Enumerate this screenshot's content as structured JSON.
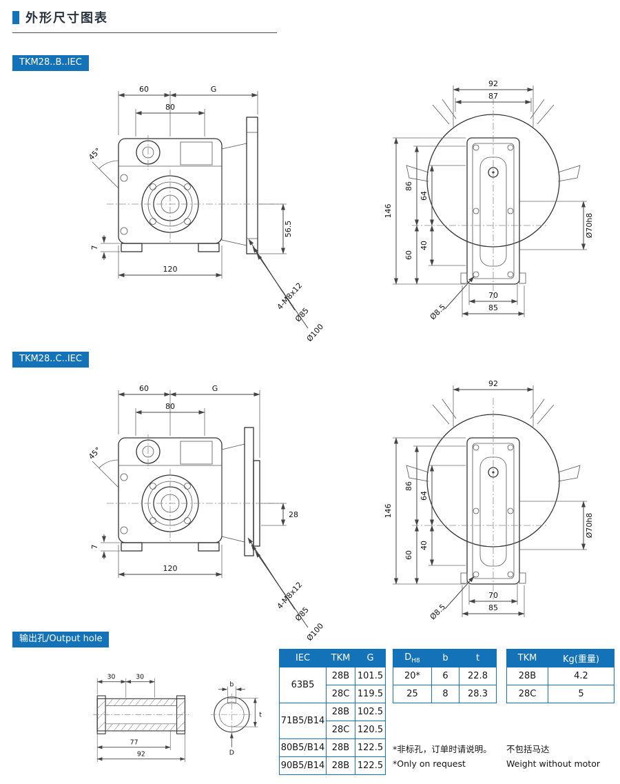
{
  "header": {
    "title": "外形尺寸图表"
  },
  "colors": {
    "accent": "#1473b8"
  },
  "sections": {
    "b": {
      "label": "TKM28..B..IEC"
    },
    "c": {
      "label": "TKM28..C..IEC"
    },
    "output": {
      "label": "输出孔/Output hole"
    }
  },
  "dims": {
    "side_b": {
      "d60": "60",
      "dG": "G",
      "d80": "80",
      "a45": "45°",
      "d56_5": "56.5",
      "d7": "7",
      "d120": "120",
      "m8": "4-M8x12",
      "d85": "Ø85",
      "d100": "Ø100"
    },
    "front_b": {
      "d92": "92",
      "d87": "87",
      "d146": "146",
      "d86": "86",
      "d64": "64",
      "d60": "60",
      "d40": "40",
      "d70h8": "Ø70h8",
      "d8_5": "Ø8.5",
      "d70": "70",
      "d85": "85"
    },
    "side_c": {
      "d60": "60",
      "dG": "G",
      "d80": "80",
      "a45": "45°",
      "d28": "28",
      "d7": "7",
      "d120": "120",
      "m8": "4-M8x12",
      "d85": "Ø85",
      "d100": "Ø100"
    },
    "front_c": {
      "d92": "92",
      "d146": "146",
      "d86": "86",
      "d64": "64",
      "d60": "60",
      "d40": "40",
      "d70h8": "Ø70h8",
      "d8_5": "Ø8.5",
      "d70": "70",
      "d85": "85"
    },
    "output": {
      "d30a": "30",
      "d30b": "30",
      "d77": "77",
      "d92": "92",
      "b": "b",
      "t": "t",
      "D": "D"
    }
  },
  "tables": {
    "iec": {
      "headers": [
        "IEC",
        "TKM",
        "G"
      ],
      "groups": [
        {
          "iec": "63B5",
          "rows": [
            [
              "28B",
              "101.5"
            ],
            [
              "28C",
              "119.5"
            ]
          ]
        },
        {
          "iec": "71B5/B14",
          "rows": [
            [
              "28B",
              "102.5"
            ],
            [
              "28C",
              "120.5"
            ]
          ]
        },
        {
          "iec": "80B5/B14",
          "rows": [
            [
              "28B",
              "122.5"
            ]
          ]
        },
        {
          "iec": "90B5/B14",
          "rows": [
            [
              "28B",
              "122.5"
            ]
          ]
        }
      ]
    },
    "hole": {
      "header_d": "D",
      "header_d_sub": "H8",
      "header_b": "b",
      "header_t": "t",
      "rows": [
        [
          "20*",
          "6",
          "22.8"
        ],
        [
          "25",
          "8",
          "28.3"
        ]
      ],
      "notes": [
        "*非标孔，订单时请说明。",
        "*Only on request"
      ]
    },
    "weight": {
      "headers": [
        "TKM",
        "Kg(重量)"
      ],
      "rows": [
        [
          "28B",
          "4.2"
        ],
        [
          "28C",
          "5"
        ]
      ],
      "notes": [
        "不包括马达",
        "Weight without motor"
      ]
    }
  }
}
